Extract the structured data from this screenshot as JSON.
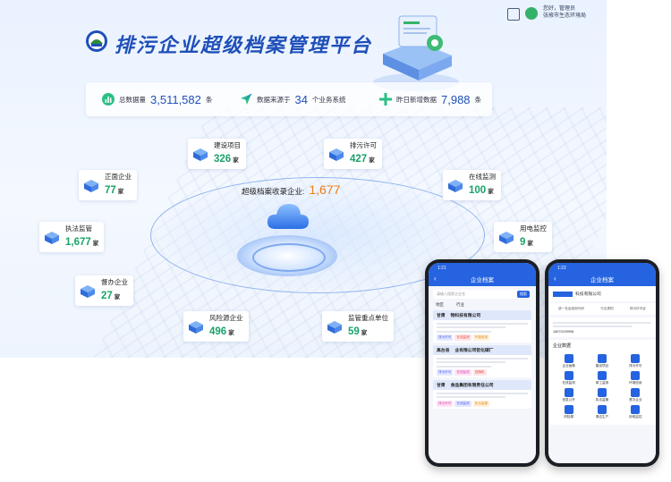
{
  "header": {
    "title": "排污企业超级档案管理平台",
    "user_greeting": "您好，管理员",
    "user_org": "张掖市生态环境局"
  },
  "stats": [
    {
      "label": "总数据量",
      "value": "3,511,582",
      "unit": "条",
      "icon": "bar-chart-icon"
    },
    {
      "label": "数据来源于",
      "value": "34",
      "unit": "个业务系统",
      "icon": "send-icon"
    },
    {
      "label": "昨日新增数据",
      "value": "7,988",
      "unit": "条",
      "icon": "plus-icon"
    }
  ],
  "center": {
    "label": "超级档案收录企业:",
    "value": "1,677"
  },
  "nodes": {
    "jianshe": {
      "label": "建设项目",
      "value": "326",
      "unit": "家"
    },
    "paiwu": {
      "label": "排污许可",
      "value": "427",
      "unit": "家"
    },
    "zhengmian": {
      "label": "正面企业",
      "value": "77",
      "unit": "家"
    },
    "zaixian": {
      "label": "在线监测",
      "value": "100",
      "unit": "家"
    },
    "zhifa": {
      "label": "执法监管",
      "value": "1,677",
      "unit": "家"
    },
    "yongdian": {
      "label": "用电监控",
      "value": "9",
      "unit": "家"
    },
    "duban": {
      "label": "督办企业",
      "value": "27",
      "unit": "家"
    },
    "fengxian": {
      "label": "风险源企业",
      "value": "496",
      "unit": "家"
    },
    "jianguan": {
      "label": "监管重点单位",
      "value": "59",
      "unit": "家"
    }
  },
  "phone_left": {
    "time": "1:21",
    "title": "企业档案",
    "search_placeholder": "请输入搜索企业名",
    "search_button": "搜索",
    "filter1": "地区",
    "filter2": "行业",
    "cards": [
      {
        "region": "甘肃",
        "name": "物科技有限公司",
        "tags": [
          "排污许可",
          "在线监测",
          "环保信用"
        ]
      },
      {
        "region": "高台县",
        "name": "业有限公司铝化碳厂",
        "tags": [
          "排污许可",
          "在线监测",
          "双随机"
        ]
      },
      {
        "region": "甘肃",
        "name": "食品集团有限责任公司",
        "tags": [
          "排污许可",
          "在线监测",
          "执法监管"
        ]
      }
    ]
  },
  "phone_right": {
    "time": "1:22",
    "title": "企业档案",
    "company": "科技有限公司",
    "cells": [
      "统一社会信用代码",
      "行业类别",
      "排污许可证"
    ],
    "phone": "18670159998",
    "section": "企业数据",
    "buttons": [
      "企业画像",
      "建设项目",
      "排污许可",
      "在线监测",
      "单工监测",
      "环境信用",
      "信息公开",
      "执法监管",
      "督办企业",
      "风险源",
      "清洁生产",
      "用电监控"
    ]
  }
}
